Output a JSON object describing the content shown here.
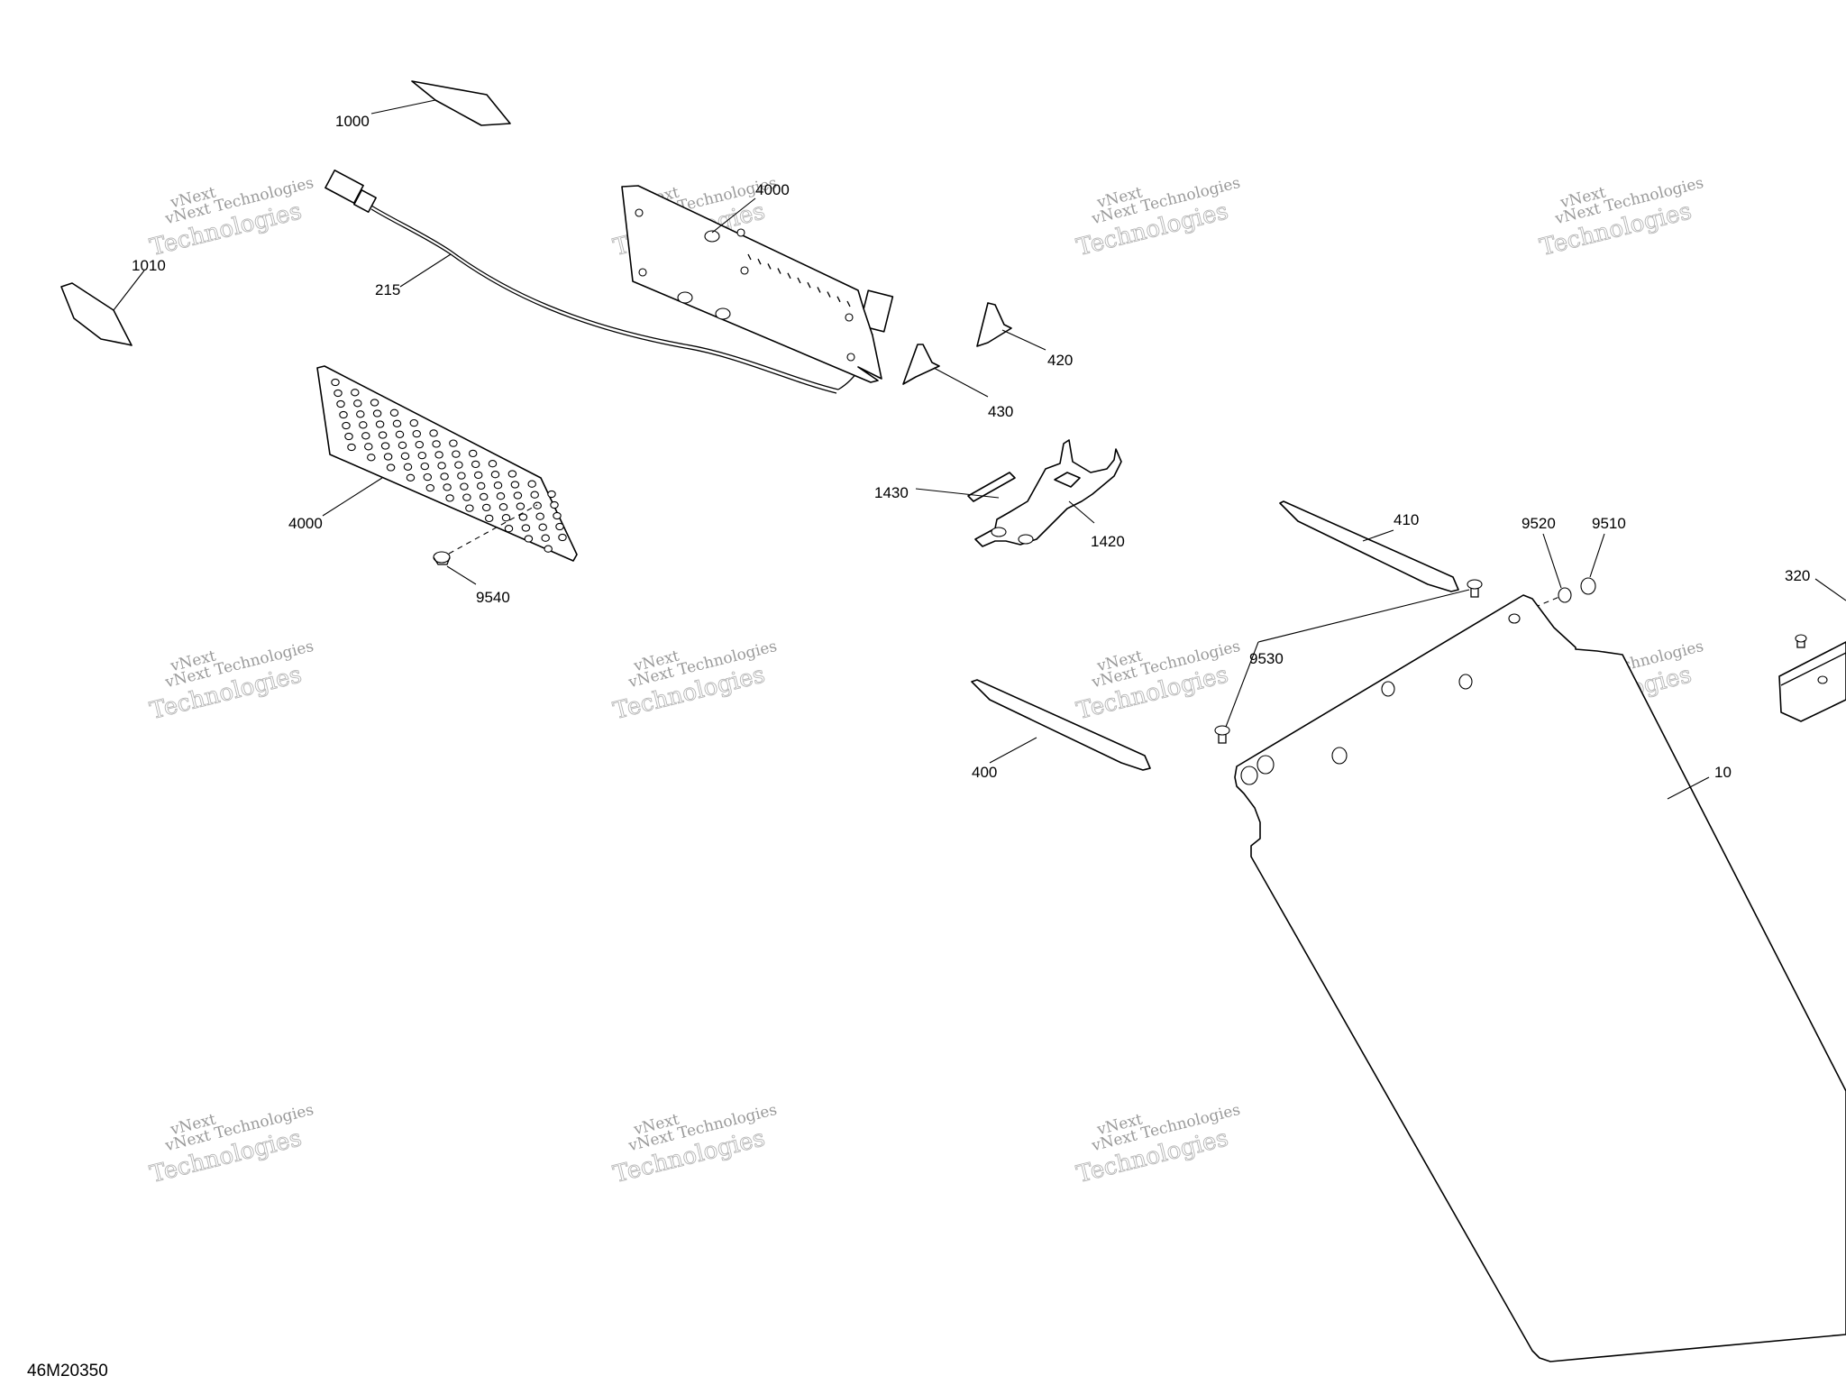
{
  "drawing_id": "46M20350",
  "watermark": {
    "line1": "vNext",
    "line2": "vNext Technologies",
    "line3": "Technologies"
  },
  "callouts": {
    "c1000": "1000",
    "c1010": "1010",
    "c215": "215",
    "c4000_top": "4000",
    "c4000_left": "4000",
    "c420": "420",
    "c430": "430",
    "c1430": "1430",
    "c1420": "1420",
    "c9540": "9540",
    "c410": "410",
    "c9520": "9520",
    "c9510": "9510",
    "c320": "320",
    "c9530": "9530",
    "c400": "400",
    "c10": "10"
  }
}
